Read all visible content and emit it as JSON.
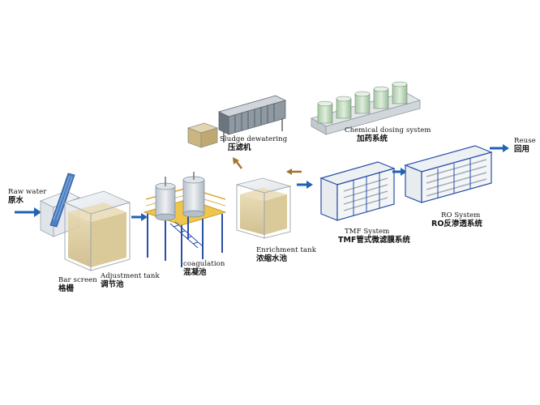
{
  "labels": {
    "raw_water": {
      "en": "Raw water",
      "zh": "原水"
    },
    "bar_screen": {
      "en": "Bar screen",
      "zh": "格栅"
    },
    "adjustment": {
      "en": "Adjustment tank",
      "zh": "调节池"
    },
    "coagulation": {
      "en": "coagulation",
      "zh": "混凝池"
    },
    "sludge": {
      "en": "Sludge dewatering",
      "zh": "压滤机"
    },
    "enrichment": {
      "en": "Enrichment tank",
      "zh": "浓缩水池"
    },
    "chemical": {
      "en": "Chemical dosing system",
      "zh": "加药系统"
    },
    "tmf": {
      "en": "TMF System",
      "zh": "TMF管式微滤膜系统"
    },
    "ro": {
      "en": "RO System",
      "zh": "RO反渗透系统"
    },
    "reuse": {
      "en": "Reuse",
      "zh": "回用"
    }
  },
  "colors": {
    "flow_arrow": "#1f63b3",
    "sludge_arrow": "#a0762d",
    "water": "#d9c79a",
    "frame": "#2a4fa8",
    "tank_edge": "#9aa4ae"
  }
}
